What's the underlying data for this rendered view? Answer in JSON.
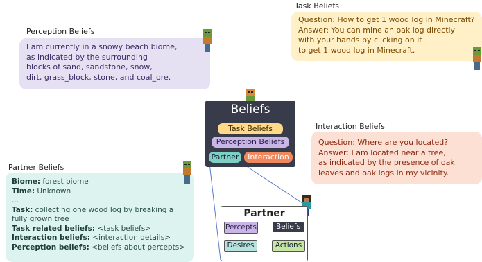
{
  "labels": {
    "perception": "Perception Beliefs",
    "task": "Task Beliefs",
    "interaction": "Interaction Beliefs",
    "partner": "Partner Beliefs"
  },
  "perception_lines": [
    "I am currently in a snowy beach biome,",
    "as indicated by the surrounding",
    "blocks of sand, sandstone, snow,",
    "dirt, grass_block, stone, and coal_ore."
  ],
  "task_lines": [
    "Question: How to get 1 wood log in Minecraft?",
    "Answer: You can mine an oak log directly",
    "with your hands by clicking on it",
    "to get 1 wood log in Minecraft."
  ],
  "interaction_lines": [
    "Question: Where are you located?",
    "Answer: I am located near a tree,",
    "as indicated by the presence of oak",
    "leaves and oak logs in my vicinity."
  ],
  "partner": {
    "biome_key": "Biome:",
    "biome_val": " forest biome",
    "time_key": "Time:",
    "time_val": " Unknown",
    "ellipsis": "...",
    "task_key": "Task:",
    "task_val": " collecting one wood log by breaking a",
    "task_val2": "fully grown tree",
    "trb_key": "Task related beliefs:",
    "trb_val": " <task beliefs>",
    "ib_key": "Interaction beliefs:",
    "ib_val": " <interaction details>",
    "pb_key": "Perception beliefs:",
    "pb_val": " <beliefs about percepts>"
  },
  "beliefs_box": {
    "title": "Beliefs",
    "task": "Task Beliefs",
    "perception": "Perception Beliefs",
    "partner": "Partner",
    "interaction": "Interaction"
  },
  "partner_box": {
    "title": "Partner",
    "percepts": "Percepts",
    "beliefs": "Beliefs",
    "desires": "Desires",
    "actions": "Actions"
  }
}
